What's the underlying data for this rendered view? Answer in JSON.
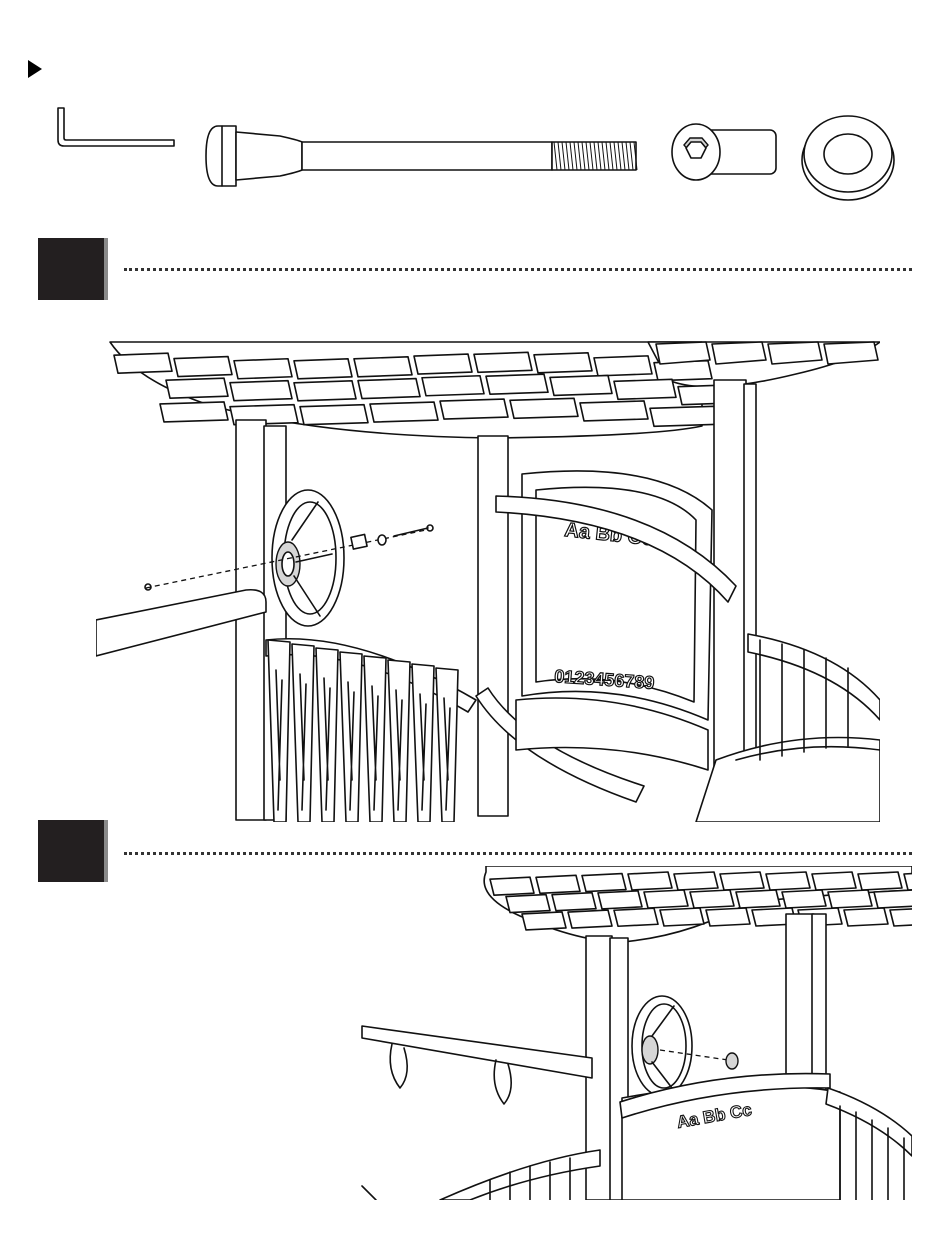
{
  "hardware": {
    "items": [
      {
        "icon": "hex-key-icon"
      },
      {
        "icon": "long-bolt-icon"
      },
      {
        "icon": "barrel-nut-icon"
      },
      {
        "icon": "washer-icon"
      }
    ]
  },
  "steps": [
    {
      "id": "step-1",
      "board_text": {
        "letters": "Aa  Bb  Cc",
        "numbers": "0123456789"
      }
    },
    {
      "id": "step-2",
      "board_text": {
        "letters": "Aa  Bb  Cc"
      }
    }
  ],
  "colors": {
    "step_box": "#231f20",
    "step_box_shadow": "#8a8a8a",
    "line": "#111111"
  }
}
